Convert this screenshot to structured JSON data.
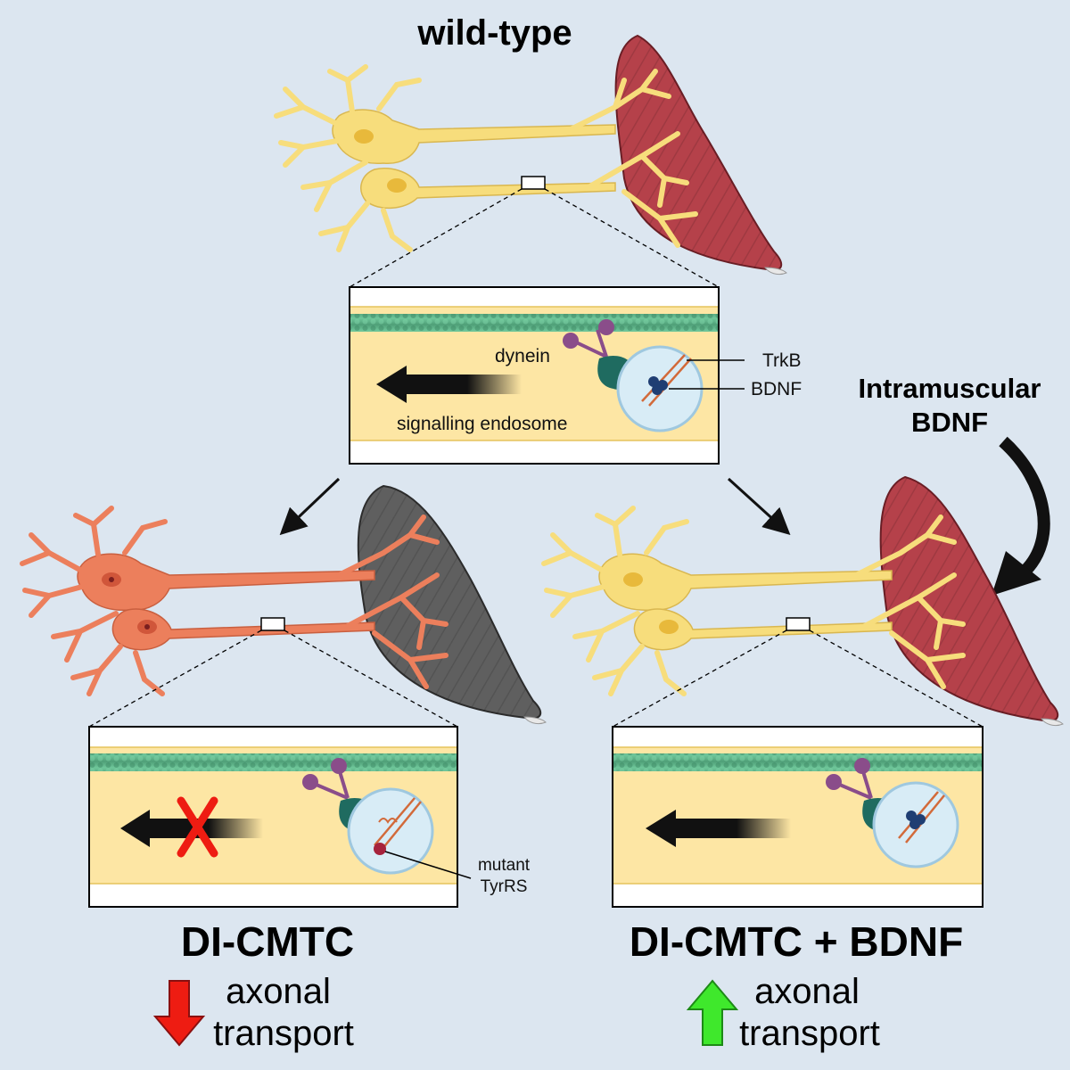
{
  "title": "wild-type",
  "inset_labels": {
    "dynein": "dynein",
    "trkb": "TrkB",
    "bdnf": "BDNF",
    "signalling_endosome": "signalling endosome",
    "mutant_line1": "mutant",
    "mutant_line2": "TyrRS"
  },
  "treatment": {
    "line1": "Intramuscular",
    "line2": "BDNF"
  },
  "conditions": {
    "left": "DI-CMTC",
    "right": "DI-CMTC + BDNF"
  },
  "results": {
    "left_line1": "axonal",
    "left_line2": "transport",
    "left_direction": "down",
    "right_line1": "axonal",
    "right_line2": "transport",
    "right_direction": "up"
  },
  "colors": {
    "background": "#dce6f0",
    "healthy_neuron": "#f7dd7c",
    "diseased_neuron": "#ec7f5c",
    "healthy_muscle": "#b5414a",
    "diseased_muscle": "#5f5f5f",
    "axoplasm": "#fde6a4",
    "microtubule": "#5bb387",
    "dynein": "#1f6b60",
    "down_arrow": "#ee1c12",
    "up_arrow": "#3fe82c",
    "block_mark": "#ee1c12"
  }
}
